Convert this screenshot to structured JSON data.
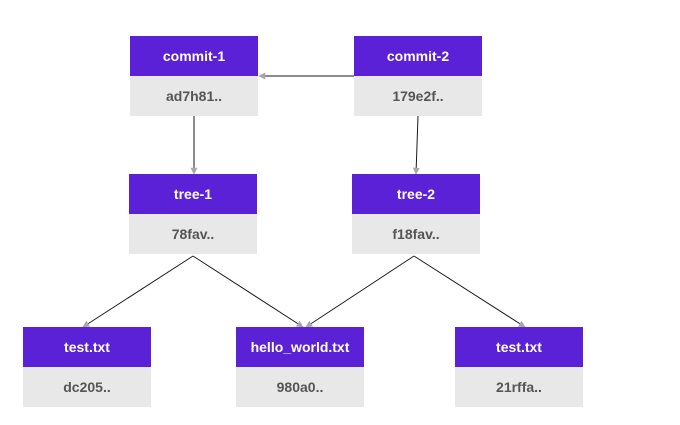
{
  "colors": {
    "header": "#5b21d6",
    "body": "#e8e8e8",
    "hash_text": "#555555",
    "edge": "#1a1a1a",
    "arrowhead": "#a8a8a8"
  },
  "nodes": {
    "commit1": {
      "title": "commit-1",
      "hash": "ad7h81.."
    },
    "commit2": {
      "title": "commit-2",
      "hash": "179e2f.."
    },
    "tree1": {
      "title": "tree-1",
      "hash": "78fav.."
    },
    "tree2": {
      "title": "tree-2",
      "hash": "f18fav.."
    },
    "test1": {
      "title": "test.txt",
      "hash": "dc205.."
    },
    "hello": {
      "title": "hello_world.txt",
      "hash": "980a0.."
    },
    "test2": {
      "title": "test.txt",
      "hash": "21rffa.."
    }
  }
}
